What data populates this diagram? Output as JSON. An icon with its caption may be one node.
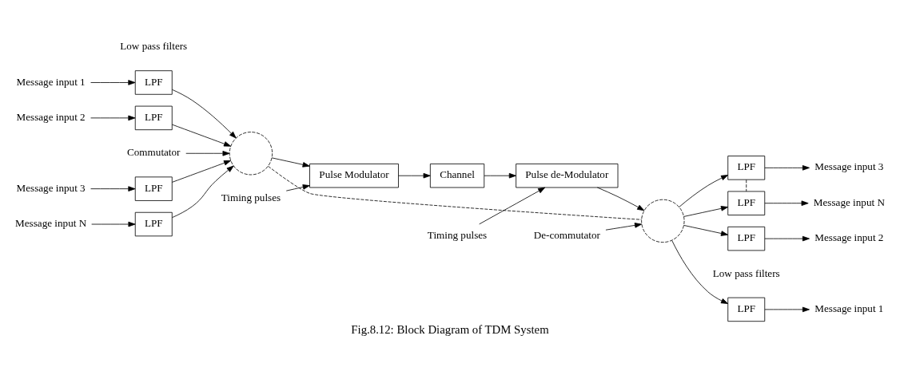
{
  "diagram": {
    "caption": "Fig.8.12: Block Diagram of TDM System",
    "nodes": [
      {
        "text": [
          "Message input 1"
        ]
      },
      {
        "text": [
          "LPF"
        ]
      },
      {
        "text": [
          "Message input 2"
        ]
      },
      {
        "text": [
          "LPF"
        ]
      },
      {
        "text": [
          "Message input 3"
        ]
      },
      {
        "text": [
          "LPF"
        ]
      },
      {
        "text": [
          "Message input N"
        ]
      },
      {
        "text": [
          "LPF"
        ]
      },
      {
        "text": [],
        "shape": "circle"
      },
      {
        "text": [
          "Commutator"
        ]
      },
      {
        "text": [
          "Pulse Modulator"
        ]
      },
      {
        "text": [
          "Timing pulses"
        ]
      },
      {
        "text": [
          "Channel"
        ]
      },
      {
        "text": [
          "Pulse de-Modulator"
        ]
      },
      {
        "text": [
          "Timing pulses"
        ]
      },
      {
        "text": [],
        "shape": "circle"
      },
      {
        "text": [
          "De-commutator"
        ]
      },
      {
        "text": [
          "LPF"
        ]
      },
      {
        "text": [
          "Message input 1"
        ]
      },
      {
        "text": [
          "LPF"
        ]
      },
      {
        "text": [
          "Message input 2"
        ]
      },
      {
        "text": [
          "LPF"
        ]
      },
      {
        "text": [
          "Message input 3"
        ]
      },
      {
        "text": [
          "LPF"
        ]
      },
      {
        "text": [
          "Message input N"
        ]
      }
    ],
    "edges": [
      {
        "from": 0,
        "to": 1,
        "arrow": "to"
      },
      {
        "from": 2,
        "to": 3,
        "arrow": "to"
      },
      {
        "from": 4,
        "to": 5,
        "arrow": "to"
      },
      {
        "from": 6,
        "to": 7,
        "arrow": "to"
      },
      {
        "from": 1,
        "to": 8,
        "arrow": "to"
      },
      {
        "from": 3,
        "to": 8,
        "arrow": "to"
      },
      {
        "from": 5,
        "to": 8,
        "arrow": "to"
      },
      {
        "from": 7,
        "to": 8,
        "arrow": "to"
      },
      {
        "from": 9,
        "to": 8,
        "arrow": "to"
      },
      {
        "from": 8,
        "to": 10,
        "arrow": "to"
      },
      {
        "from": 11,
        "to": 10,
        "arrow": "to"
      },
      {
        "from": 10,
        "to": 12,
        "arrow": "to"
      },
      {
        "from": 12,
        "to": 13,
        "arrow": "to"
      },
      {
        "from": 14,
        "to": 13,
        "arrow": "to"
      },
      {
        "from": 13,
        "to": 15,
        "arrow": "to"
      },
      {
        "from": 16,
        "to": 15,
        "arrow": "to"
      },
      {
        "from": 8,
        "to": 15,
        "arrow": "none",
        "style": "dashed"
      },
      {
        "from": 15,
        "to": 17,
        "arrow": "to"
      },
      {
        "from": 15,
        "to": 19,
        "arrow": "to"
      },
      {
        "from": 15,
        "to": 21,
        "arrow": "to"
      },
      {
        "from": 15,
        "to": 23,
        "arrow": "to"
      },
      {
        "from": 17,
        "to": 18,
        "arrow": "to"
      },
      {
        "from": 19,
        "to": 20,
        "arrow": "to"
      },
      {
        "from": 21,
        "to": 22,
        "arrow": "to"
      },
      {
        "from": 23,
        "to": 24,
        "arrow": "to"
      },
      {
        "from": 21,
        "to": 23,
        "arrow": "none",
        "style": "dashed"
      }
    ],
    "labels": [
      "Low pass filters",
      "Low pass filters"
    ]
  }
}
